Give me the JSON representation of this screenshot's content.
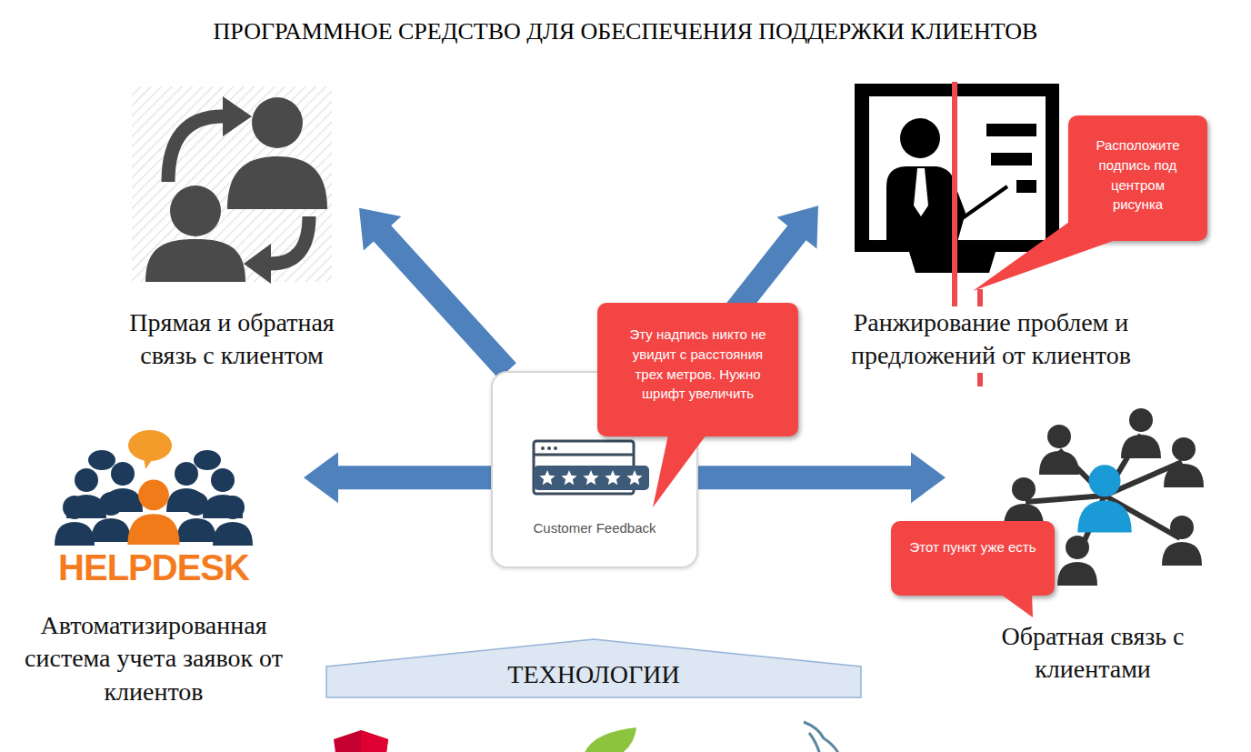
{
  "diagram": {
    "title": "ПРОГРАММНОЕ СРЕДСТВО ДЛЯ ОБЕСПЕЧЕНИЯ ПОДДЕРЖКИ КЛИЕНТОВ",
    "nodes": [
      {
        "text": [
          "Прямая и обратная связь с клиентом"
        ]
      },
      {
        "text": [
          "Ранжирование проблем и предложений от клиентов"
        ]
      },
      {
        "text": [
          "Расположите подпись под центром рисунка"
        ]
      },
      {
        "text": [
          "Эту надпись никто не увидит с расстояния трех метров. Нужно шрифт увеличить"
        ]
      },
      {
        "text": [
          "Customer Feedback"
        ]
      },
      {
        "text": [
          "HELPDESK",
          "Автоматизированная система учета заявок от клиентов"
        ]
      },
      {
        "text": [
          "Этот пункт уже есть"
        ]
      },
      {
        "text": [
          "Обратная связь с клиентами"
        ]
      },
      {
        "text": [
          "ТЕХНОЛОГИИ"
        ]
      }
    ],
    "edges": [
      {
        "from": 4,
        "to": 0,
        "arrow": "to"
      },
      {
        "from": 4,
        "to": 1,
        "arrow": "to"
      },
      {
        "from": 4,
        "to": 5,
        "arrow": "to"
      },
      {
        "from": 4,
        "to": 7,
        "arrow": "to"
      }
    ]
  }
}
